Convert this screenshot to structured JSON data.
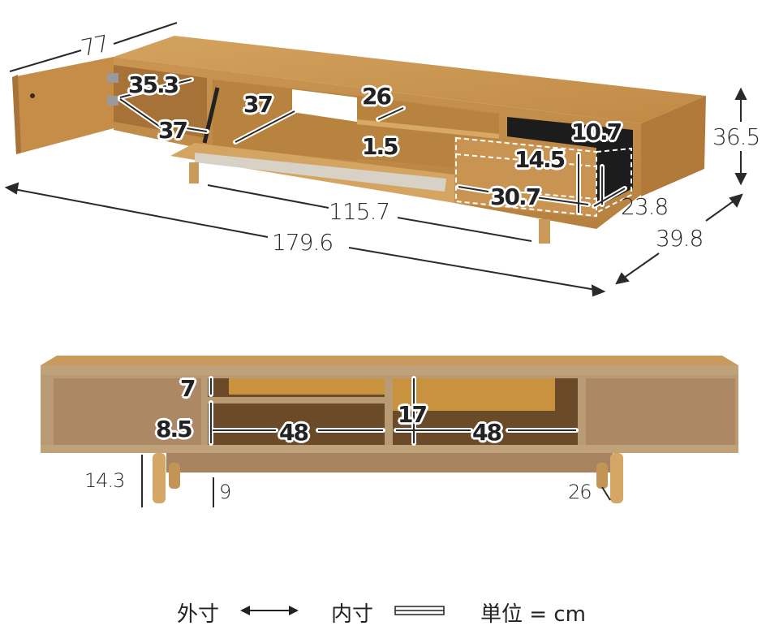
{
  "top_view": {
    "outer_dimensions": {
      "width": "179.6",
      "depth": "39.8",
      "height": "36.5",
      "door_span": "77",
      "leg_span": "115.7"
    },
    "inner_dimensions": {
      "left_cabinet_width": "35.3",
      "left_cabinet_depth": "37",
      "center_cabinet_depth": "37",
      "center_shelf_depth": "26",
      "shelf_thickness": "1.5",
      "drawer_height": "14.5",
      "drawer_inner_height": "10.7",
      "drawer_width": "30.7",
      "drawer_depth": "23.8"
    }
  },
  "front_view": {
    "inner_dimensions": {
      "upper_shelf_height": "7",
      "lower_shelf_height": "8.5",
      "left_open_width": "48",
      "right_open_width": "48",
      "open_height": "17"
    },
    "outer_dimensions": {
      "leg_height": "14.3",
      "base_clearance": "9",
      "leg_inset": "26"
    }
  },
  "legend": {
    "outer_label": "外寸",
    "inner_label": "内寸",
    "unit_label": "単位 = cm"
  },
  "colors": {
    "wood": "#c8954f",
    "wood_light": "#d9ab68",
    "wood_dark": "#a9783a",
    "particle": "#b99a73",
    "back_panel": "#b08a66",
    "drawer_interior": "#1c1c1c",
    "line": "#2a2a2a"
  }
}
